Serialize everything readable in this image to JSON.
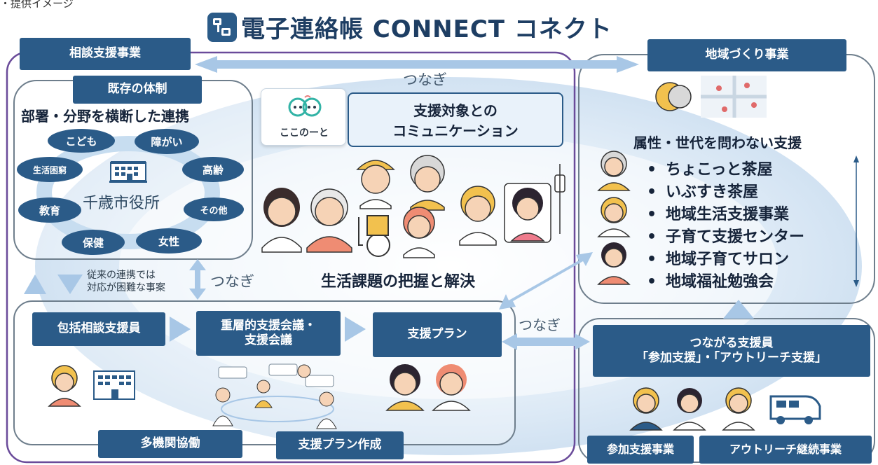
{
  "page_caption": "・提供イメージ",
  "title": "電子連絡帳 CONNECT コネクト",
  "left_panel": {
    "header": "相談支援事業",
    "existing_label": "既存の体制",
    "existing_heading": "部署・分野を横断した連携",
    "center": "千歳市役所",
    "fields": [
      "こども",
      "障がい",
      "生活困窮",
      "高齢",
      "教育",
      "その他",
      "保健",
      "女性"
    ]
  },
  "app": {
    "logo_text": "ここのーと",
    "communication": [
      "支援対象との",
      "コミュニケーション"
    ]
  },
  "connect_words": {
    "top": "つなぎ",
    "middle_left": "つなぎ",
    "middle_right": "つなぎ"
  },
  "difficult_note": [
    "従来の連携では",
    "対応が困難な事案"
  ],
  "life_issues": "生活課題の把握と解決",
  "process": {
    "step1": "包括相談支援員",
    "step2": [
      "重層的支援会議・",
      "支援会議"
    ],
    "step3": "支援プラン",
    "bottom_left": "多機関協働",
    "bottom_right": "支援プラン作成"
  },
  "right_panel": {
    "header": "地域づくり事業",
    "heading": "属性・世代を問わない支援",
    "items": [
      "ちょこっと茶屋",
      "いぶすき茶屋",
      "地域生活支援事業",
      "子育て支援センター",
      "地域子育てサロン",
      "地域福祉勉強会"
    ]
  },
  "support_staff": {
    "title": [
      "つながる支援員",
      "「参加支援」・「アウトリーチ支援」"
    ],
    "bottom_left": "参加支援事業",
    "bottom_right": "アウトリーチ継続事業"
  },
  "icons": [
    "app-logo-icon",
    "city-hall-building-icon",
    "map-pin-icon",
    "wheelchair-icon",
    "iv-drip-icon",
    "van-icon",
    "chat-bubble-icon"
  ],
  "colors": {
    "navy_label": "#2b5b88",
    "light_blue": "#c7ddf0",
    "purple_border": "#6a4b9a",
    "gray_border": "#6e7e8c",
    "arrow_blue": "#a8c7e6"
  }
}
